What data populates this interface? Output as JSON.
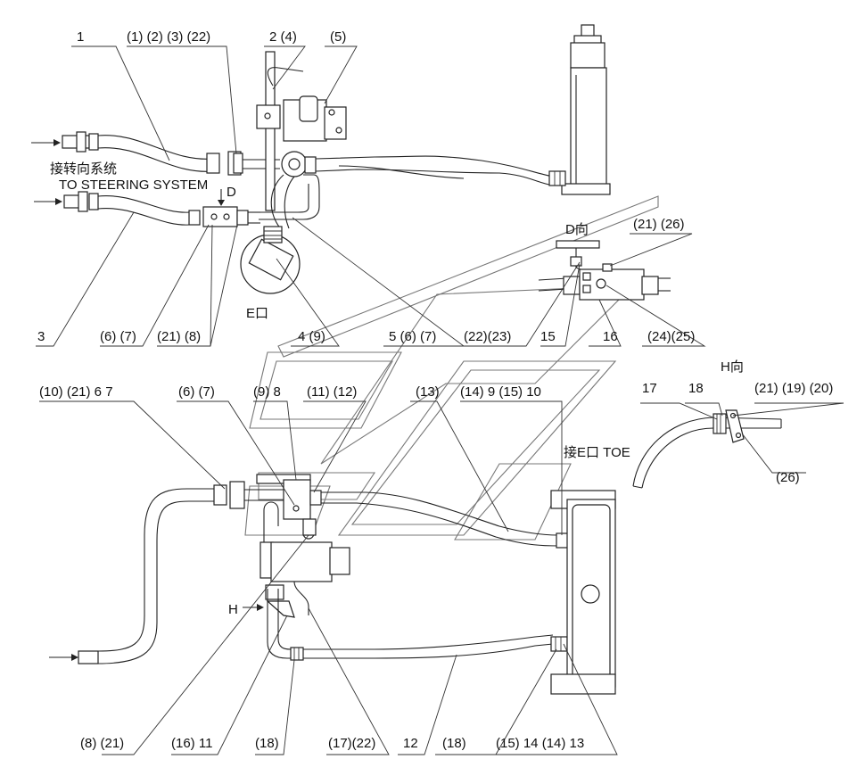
{
  "callouts": {
    "c_1": "1",
    "c_1_2_3_22": "(1) (2) (3) (22)",
    "c_2_4": "2  (4)",
    "c_5": "(5)",
    "c_3": "3",
    "c_6_7_a": "(6) (7)",
    "c_21_8": "(21) (8)",
    "c_4_9": "4  (9)",
    "c_5_6_7": "5  (6) (7)",
    "c_22_23": "(22)(23)",
    "c_15": "15",
    "c_16": "16",
    "c_24_25": "(24)(25)",
    "c_21_26": "(21) (26)",
    "c_10_21_6_7": "(10) (21) 6 7",
    "c_6_7_b": "(6) (7)",
    "c_9_8": "(9) 8",
    "c_11_12": "(11) (12)",
    "c_13": "(13)",
    "c_14_9_15_10": "(14) 9  (15) 10",
    "c_17": "17",
    "c_18": "18",
    "c_21_19_20": "(21) (19) (20)",
    "c_26": "(26)",
    "c_8_21": "(8) (21)",
    "c_16_11": "(16)  11",
    "c_18_b": "(18)",
    "c_17_22": "(17)(22)",
    "c_12": "12",
    "c_18_c": "(18)",
    "c_15_14_14_13": "(15)  14  (14)  13"
  },
  "notes": {
    "steering_cn": "接转向系统",
    "steering_en": "TO STEERING SYSTEM",
    "view_d_marker": "D",
    "view_d_title": "D向",
    "port_e": "E口",
    "to_e_port": "接E口 TOE",
    "view_h_title": "H向",
    "h_marker": "H"
  }
}
